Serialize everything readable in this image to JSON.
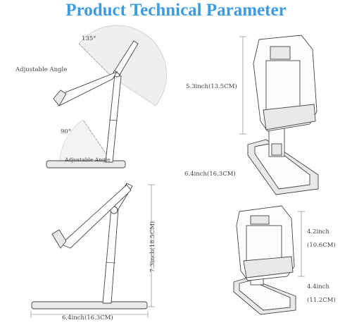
{
  "title": "Product Technical Parameter",
  "top_left": {
    "angle_top": "135°",
    "adjustable_angle_upper": "Adjustable Angle",
    "angle_side": "90°",
    "adjustable_angle_lower": "Adjustable Angle"
  },
  "top_right": {
    "height": "5.3inch(13.5CM)",
    "depth": "6.4inch(16.3CM)"
  },
  "bottom_left": {
    "height": "7.3inch(18.5CM)",
    "width": "6.4inch(16.3CM)"
  },
  "bottom_right": {
    "height_in": "4.2inch",
    "height_cm": "(10.6CM)",
    "depth_in": "4.4inch",
    "depth_cm": "(11.2CM)"
  }
}
